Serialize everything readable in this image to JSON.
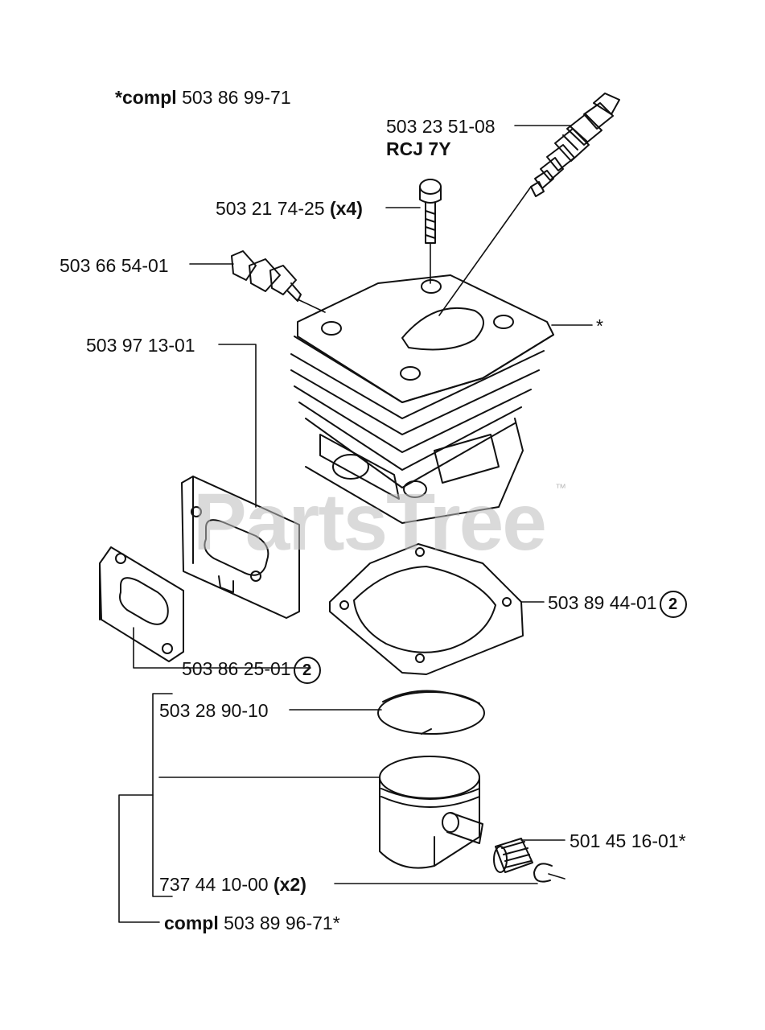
{
  "watermark": {
    "text": "PartsTree",
    "trademark": "™"
  },
  "labels": {
    "cylinder_compl": {
      "bold": "*compl",
      "text": "503 86 99-71"
    },
    "spark_plug": {
      "text": "503 23 51-08",
      "sub": "RCJ 7Y"
    },
    "screw": {
      "text": "503 21 74-25",
      "qty": "(x4)"
    },
    "decompression_valve": {
      "text": "503 66 54-01"
    },
    "cylinder_ref": {
      "text": "*"
    },
    "heat_shield": {
      "text": "503 97 13-01"
    },
    "base_gasket": {
      "text": "503 89 44-01",
      "circled": "2"
    },
    "muffler_gasket": {
      "text": "503 86 25-01",
      "circled": "2"
    },
    "piston_ring": {
      "text": "503 28 90-10"
    },
    "needle_bearing": {
      "text": "501 45 16-01*"
    },
    "circlip": {
      "text": "737 44 10-00",
      "qty": "(x2)"
    },
    "piston_compl": {
      "bold": "compl",
      "text": "503 89 96-71*"
    }
  }
}
